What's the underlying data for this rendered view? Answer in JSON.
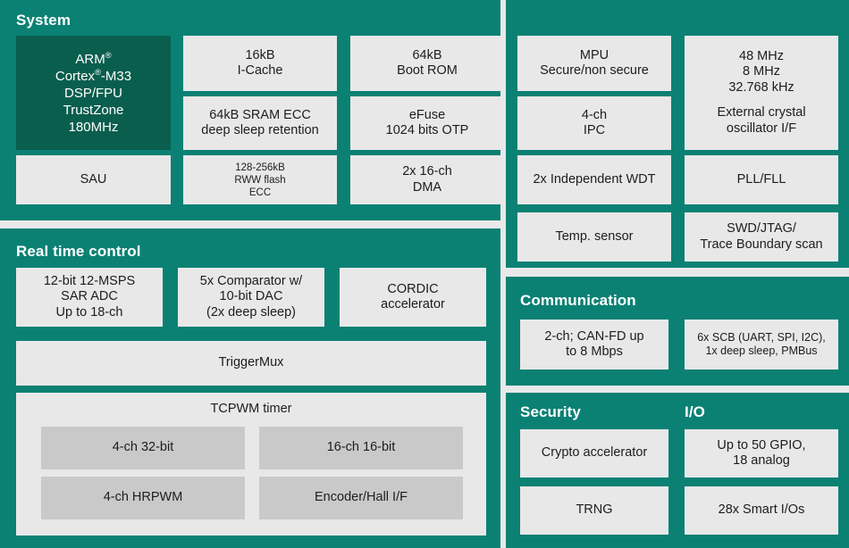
{
  "diagram": {
    "title_visible": false,
    "colors": {
      "panel_teal": "#0b8174",
      "panel_dark_green": "#0a5e4e",
      "block_gray": "#e8e8e8",
      "block_inner_gray": "#c9c9c9",
      "page_background": "#e9e9e9",
      "title_text": "#ffffff",
      "block_text": "#1d1d1d"
    }
  },
  "sections": {
    "system": {
      "title": "System",
      "blocks": {
        "cpu": {
          "lines": [
            "ARM®",
            "Cortex®-M33",
            "DSP/FPU",
            "TrustZone",
            "180MHz"
          ]
        },
        "icache": {
          "lines": [
            "16kB",
            "I-Cache"
          ]
        },
        "boot_rom": {
          "lines": [
            "64kB",
            "Boot ROM"
          ]
        },
        "mpu": {
          "lines": [
            "MPU",
            "Secure/non secure"
          ]
        },
        "clocks": {
          "lines": [
            "48 MHz",
            "8 MHz",
            "32.768 kHz",
            "",
            "External crystal",
            "oscillator I/F"
          ]
        },
        "sram": {
          "lines": [
            "64kB SRAM ECC",
            "deep sleep retention"
          ]
        },
        "efuse": {
          "lines": [
            "eFuse",
            "1024 bits OTP"
          ]
        },
        "ipc": {
          "lines": [
            "4-ch",
            "IPC"
          ]
        },
        "sau": {
          "lines": [
            "SAU"
          ]
        },
        "flash": {
          "lines": [
            "128-256kB",
            "RWW flash",
            "ECC"
          ]
        },
        "dma": {
          "lines": [
            "2x 16-ch",
            "DMA"
          ]
        },
        "wdt": {
          "lines": [
            "2x Independent WDT"
          ]
        },
        "pll": {
          "lines": [
            "PLL/FLL"
          ]
        },
        "temp_sensor": {
          "lines": [
            "Temp. sensor"
          ]
        },
        "debug": {
          "lines": [
            "SWD/JTAG/",
            "Trace Boundary scan"
          ]
        }
      }
    },
    "real_time_control": {
      "title": "Real time control",
      "blocks": {
        "adc": {
          "lines": [
            "12-bit 12-MSPS",
            "SAR ADC",
            "Up to 18-ch"
          ]
        },
        "comparator": {
          "lines": [
            "5x Comparator w/",
            "10-bit DAC",
            "(2x deep sleep)"
          ]
        },
        "cordic": {
          "lines": [
            "CORDIC",
            "accelerator"
          ]
        },
        "triggermux": {
          "lines": [
            "TriggerMux"
          ]
        }
      },
      "tcpwm": {
        "title": "TCPWM timer",
        "blocks": {
          "ch32bit": {
            "lines": [
              "4-ch 32-bit"
            ]
          },
          "ch16bit": {
            "lines": [
              "16-ch 16-bit"
            ]
          },
          "hrpwm": {
            "lines": [
              "4-ch HRPWM"
            ]
          },
          "encoder": {
            "lines": [
              "Encoder/Hall I/F"
            ]
          }
        }
      }
    },
    "communication": {
      "title": "Communication",
      "blocks": {
        "canfd": {
          "lines": [
            "2-ch; CAN-FD up",
            "to 8 Mbps"
          ]
        },
        "scb": {
          "lines": [
            "6x SCB (UART, SPI, I2C),",
            "1x deep sleep, PMBus"
          ]
        }
      }
    },
    "security": {
      "title": "Security",
      "blocks": {
        "crypto": {
          "lines": [
            "Crypto accelerator"
          ]
        },
        "trng": {
          "lines": [
            "TRNG"
          ]
        }
      }
    },
    "io": {
      "title": "I/O",
      "blocks": {
        "gpio": {
          "lines": [
            "Up to 50 GPIO,",
            "18 analog"
          ]
        },
        "smart_io": {
          "lines": [
            "28x Smart I/Os"
          ]
        }
      }
    }
  }
}
